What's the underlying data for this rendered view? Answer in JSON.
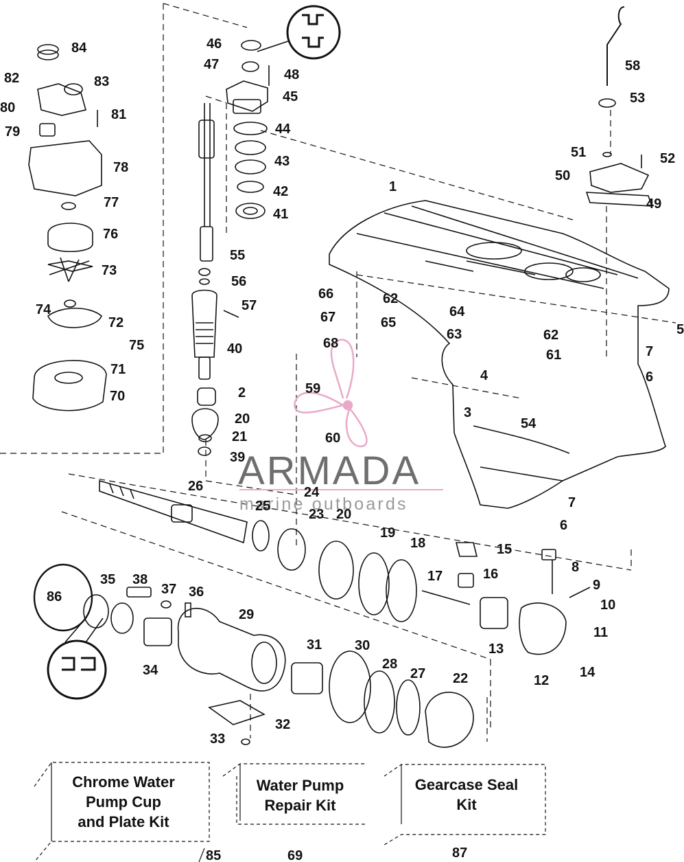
{
  "watermark": {
    "brand": "ARMADA",
    "tagline": "marine outboards",
    "accent_color": "#e9a9c9",
    "text_color": "#6e6e6e"
  },
  "callouts": [
    "1",
    "2",
    "3",
    "4",
    "5",
    "6",
    "6",
    "7",
    "7",
    "8",
    "9",
    "10",
    "11",
    "12",
    "13",
    "14",
    "15",
    "16",
    "17",
    "18",
    "19",
    "20",
    "20",
    "21",
    "22",
    "23",
    "24",
    "25",
    "26",
    "27",
    "28",
    "29",
    "30",
    "31",
    "32",
    "33",
    "34",
    "35",
    "36",
    "37",
    "38",
    "39",
    "40",
    "41",
    "42",
    "43",
    "44",
    "45",
    "46",
    "47",
    "48",
    "49",
    "50",
    "51",
    "52",
    "53",
    "54",
    "55",
    "56",
    "57",
    "58",
    "59",
    "60",
    "61",
    "62",
    "62",
    "63",
    "64",
    "65",
    "66",
    "67",
    "68",
    "70",
    "71",
    "72",
    "73",
    "74",
    "75",
    "76",
    "77",
    "78",
    "79",
    "80",
    "81",
    "82",
    "83",
    "84",
    "86"
  ],
  "kits": [
    {
      "number": "85",
      "line1": "Chrome Water",
      "line2": "Pump Cup",
      "line3": "and Plate Kit"
    },
    {
      "number": "69",
      "line1": "Water Pump",
      "line2": "Repair Kit",
      "line3": ""
    },
    {
      "number": "87",
      "line1": "Gearcase Seal",
      "line2": "Kit",
      "line3": ""
    }
  ]
}
